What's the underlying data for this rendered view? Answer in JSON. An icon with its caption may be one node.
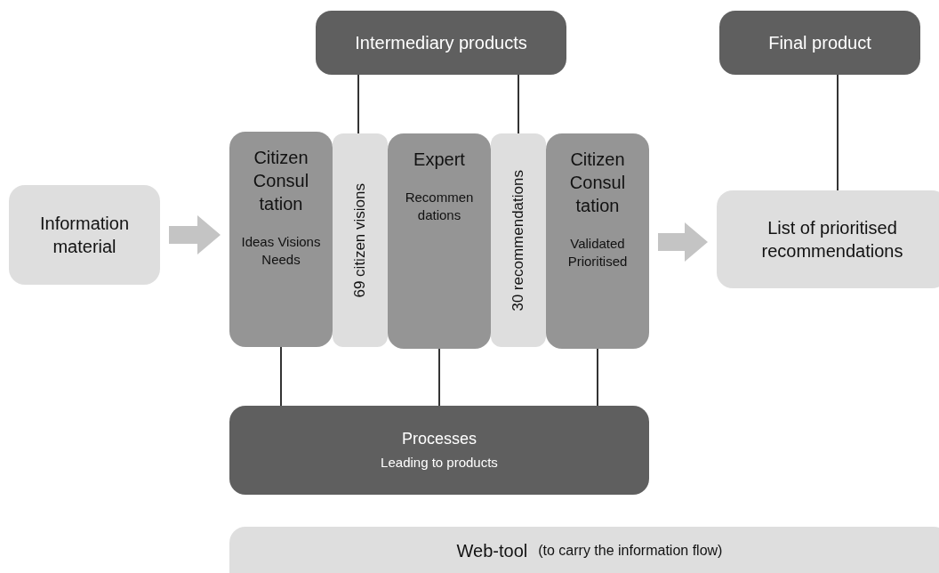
{
  "diagram": {
    "nodes": [
      {
        "text": [
          "Intermediary products"
        ]
      },
      {
        "text": [
          "Final product"
        ]
      },
      {
        "text": [
          "Information material"
        ]
      },
      {
        "text": [
          "Citizen Consul tation",
          "Ideas Visions Needs"
        ]
      },
      {
        "text": [
          "69 citizen visions"
        ]
      },
      {
        "text": [
          "Expert",
          "Recommen dations"
        ]
      },
      {
        "text": [
          "30 recommendations"
        ]
      },
      {
        "text": [
          "Citizen Consul tation",
          "Validated Prioritised"
        ]
      },
      {
        "text": [
          "List of prioritised recommendations"
        ]
      },
      {
        "text": [
          "Processes",
          "Leading to products"
        ]
      },
      {
        "text": [
          "Web-tool",
          "(to carry the information flow)"
        ]
      }
    ],
    "edges": [
      {
        "from": 2,
        "to": 3,
        "arrow": "to",
        "style": "thick",
        "color": "#c4c4c4"
      },
      {
        "from": 7,
        "to": 8,
        "arrow": "to",
        "style": "thick",
        "color": "#c4c4c4"
      },
      {
        "from": 0,
        "to": 4,
        "arrow": "none"
      },
      {
        "from": 0,
        "to": 6,
        "arrow": "none"
      },
      {
        "from": 1,
        "to": 8,
        "arrow": "none"
      },
      {
        "from": 3,
        "to": 9,
        "arrow": "none"
      },
      {
        "from": 5,
        "to": 9,
        "arrow": "none"
      },
      {
        "from": 7,
        "to": 9,
        "arrow": "none"
      }
    ]
  }
}
